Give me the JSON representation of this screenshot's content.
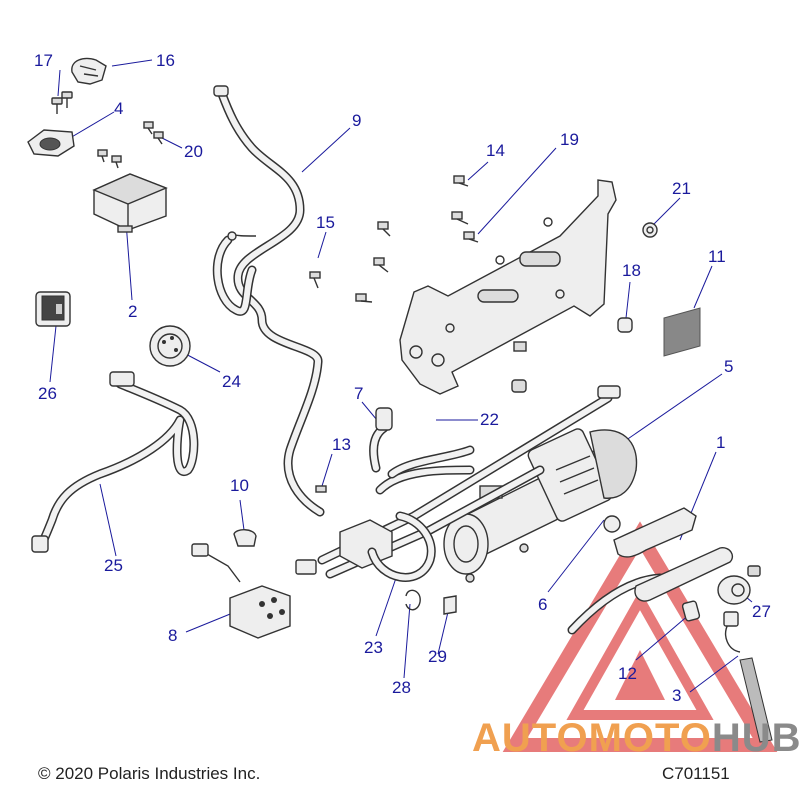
{
  "callouts": [
    {
      "id": "17",
      "label": "17"
    },
    {
      "id": "16",
      "label": "16"
    },
    {
      "id": "4",
      "label": "4"
    },
    {
      "id": "20",
      "label": "20"
    },
    {
      "id": "9",
      "label": "9"
    },
    {
      "id": "2",
      "label": "2"
    },
    {
      "id": "14",
      "label": "14"
    },
    {
      "id": "19",
      "label": "19"
    },
    {
      "id": "21",
      "label": "21"
    },
    {
      "id": "15",
      "label": "15"
    },
    {
      "id": "11",
      "label": "11"
    },
    {
      "id": "18",
      "label": "18"
    },
    {
      "id": "26",
      "label": "26"
    },
    {
      "id": "24",
      "label": "24"
    },
    {
      "id": "5",
      "label": "5"
    },
    {
      "id": "7",
      "label": "7"
    },
    {
      "id": "22",
      "label": "22"
    },
    {
      "id": "13",
      "label": "13"
    },
    {
      "id": "1",
      "label": "1"
    },
    {
      "id": "10",
      "label": "10"
    },
    {
      "id": "25",
      "label": "25"
    },
    {
      "id": "6",
      "label": "6"
    },
    {
      "id": "27",
      "label": "27"
    },
    {
      "id": "8",
      "label": "8"
    },
    {
      "id": "23",
      "label": "23"
    },
    {
      "id": "29",
      "label": "29"
    },
    {
      "id": "12",
      "label": "12"
    },
    {
      "id": "28",
      "label": "28"
    },
    {
      "id": "3",
      "label": "3"
    }
  ],
  "footer": {
    "copyright": "© 2020 Polaris Industries Inc.",
    "drawing_number": "C701151"
  },
  "watermark": {
    "text_part1": "AUTOMOTO",
    "text_part2": "HUB",
    "color1": "#f0a050",
    "color2": "#8a8a8a",
    "triangle_color": "#e05050"
  },
  "colors": {
    "callout": "#1a1a9c",
    "line_art": "#333333"
  }
}
